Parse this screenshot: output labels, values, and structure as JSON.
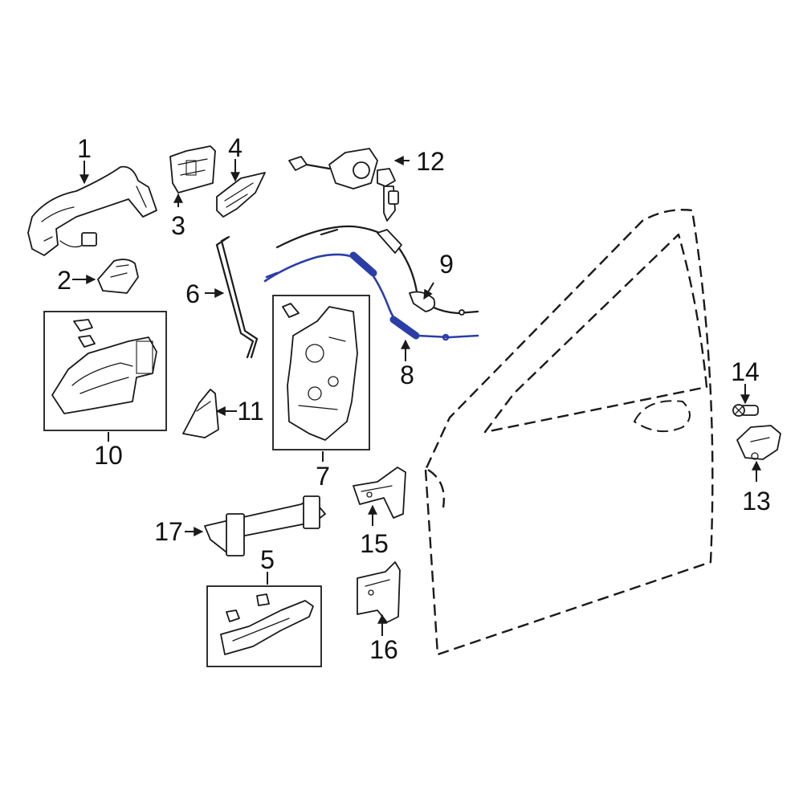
{
  "colors": {
    "line": "#1a1a1a",
    "highlight": "#2b3ea8",
    "background": "#ffffff"
  },
  "callouts": {
    "c1": "1",
    "c2": "2",
    "c3": "3",
    "c4": "4",
    "c5": "5",
    "c6": "6",
    "c7": "7",
    "c8": "8",
    "c9": "9",
    "c10": "10",
    "c11": "11",
    "c12": "12",
    "c13": "13",
    "c14": "14",
    "c15": "15",
    "c16": "16",
    "c17": "17"
  }
}
